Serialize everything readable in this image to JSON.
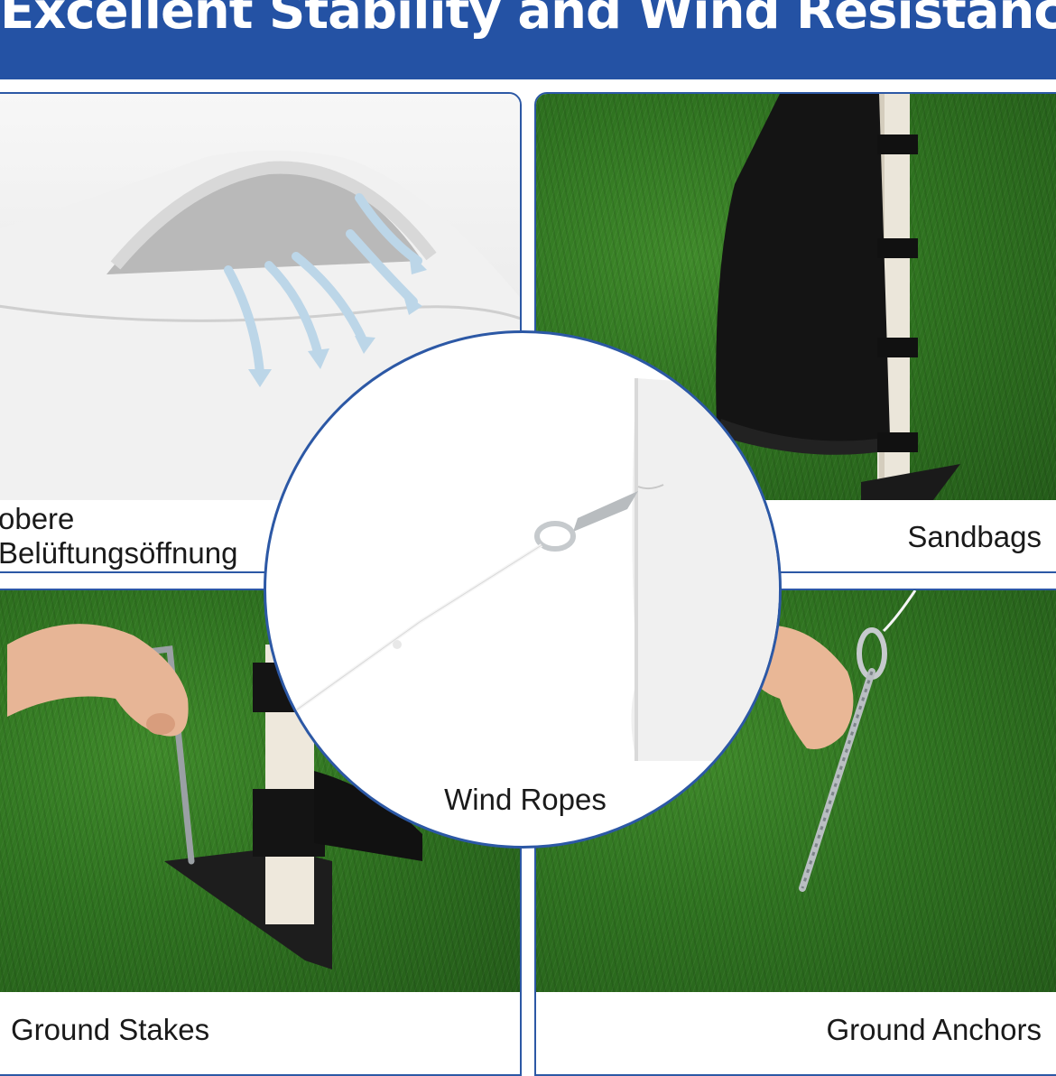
{
  "header": {
    "title": "Excellent Stability and Wind Resistance"
  },
  "panels": {
    "vent": {
      "caption_line1": "obere",
      "caption_line2": "Belüftungsöffnung"
    },
    "sandbags": {
      "caption": "Sandbags"
    },
    "stakes": {
      "caption": "Ground Stakes"
    },
    "anchors": {
      "caption": "Ground Anchors"
    },
    "ropes": {
      "caption": "Wind Ropes"
    }
  },
  "colors": {
    "banner": "#2452a4",
    "border": "#2c58a5",
    "grass": "#2f7320"
  }
}
